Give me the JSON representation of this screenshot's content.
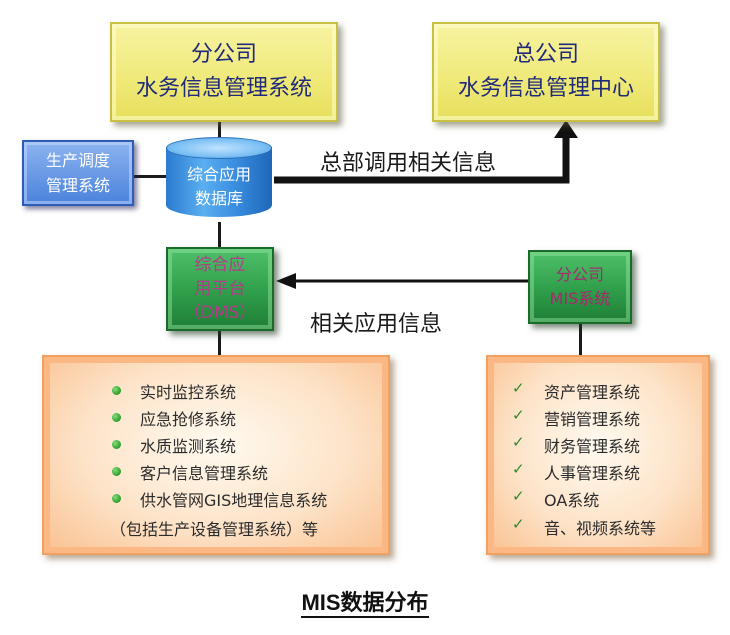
{
  "branch_box": {
    "line1": "分公司",
    "line2": "水务信息管理系统"
  },
  "hq_box": {
    "line1": "总公司",
    "line2": "水务信息管理中心"
  },
  "dispatch_box": {
    "line1": "生产调度",
    "line2": "管理系统"
  },
  "database": {
    "line1": "综合应用",
    "line2": "数据库"
  },
  "dms_box": {
    "line1": "综合应",
    "line2": "用平台",
    "line3": "（DMS）"
  },
  "mis_box": {
    "line1": "分公司",
    "line2": "MIS系统"
  },
  "arrow_labels": {
    "top": "总部调用相关信息",
    "middle": "相关应用信息"
  },
  "left_list": {
    "items": [
      "实时监控系统",
      "应急抢修系统",
      "水质监测系统",
      "客户信息管理系统",
      "供水管网GIS地理信息系统"
    ],
    "note": "（包括生产设备管理系统）等"
  },
  "right_list": {
    "items": [
      "资产管理系统",
      "营销管理系统",
      "财务管理系统",
      "人事管理系统",
      "OA系统",
      "音、视频系统等"
    ]
  },
  "caption": "MIS数据分布",
  "colors": {
    "yellow_box": "#efe978",
    "blue_box": "#4b82dc",
    "green_box": "#2f9e4a",
    "orange_box": "#f9c08f",
    "box_text": "#1f2a7a"
  }
}
